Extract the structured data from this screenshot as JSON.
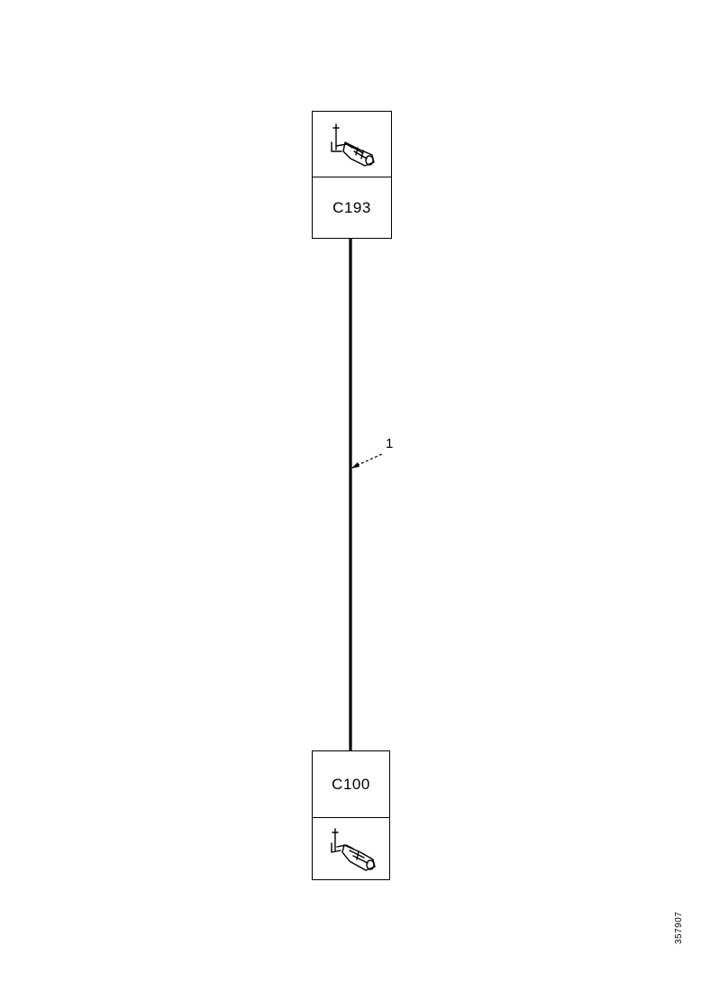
{
  "connectors": {
    "top": {
      "id": "C193",
      "icon": "connector-plug-icon"
    },
    "bottom": {
      "id": "C100",
      "icon": "connector-plug-icon"
    }
  },
  "harness": {
    "callout": "1",
    "wire_color": "#000000"
  },
  "document_code": "357907"
}
